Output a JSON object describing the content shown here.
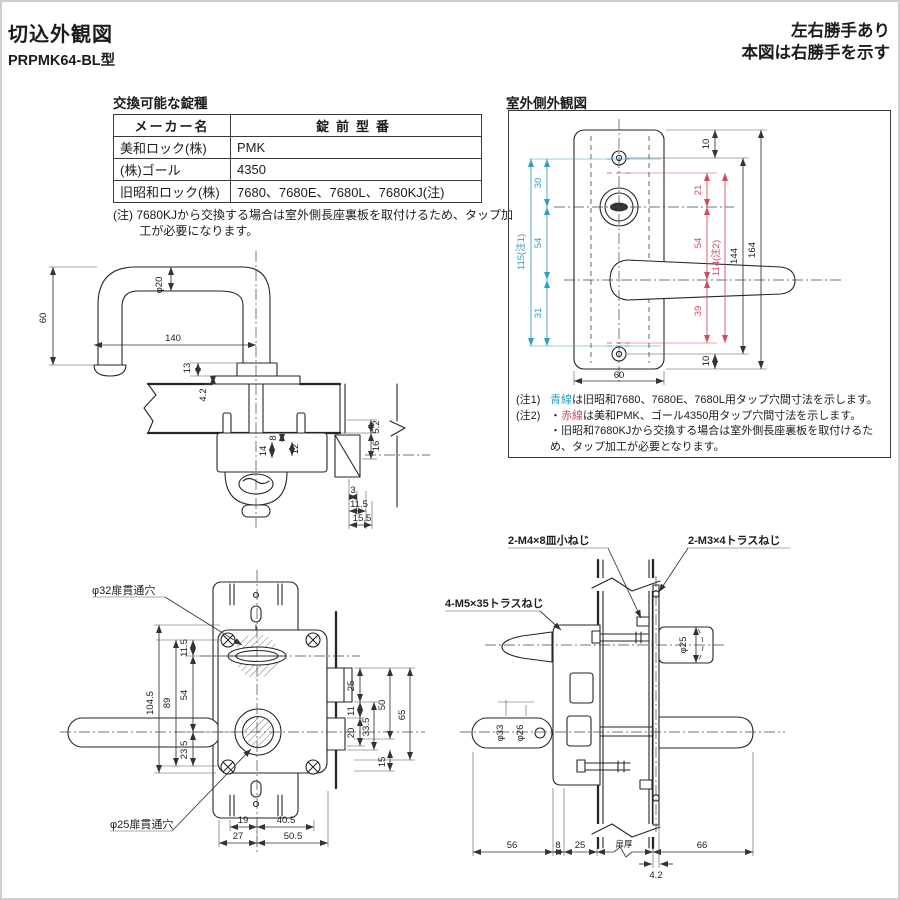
{
  "page": {
    "title": "切込外観図",
    "model": "PRPMK64-BL型",
    "handing_line1": "左右勝手あり",
    "handing_line2": "本図は右勝手を示す"
  },
  "lock_table": {
    "caption": "交換可能な錠種",
    "col_maker": "メーカー名",
    "col_model": "錠前型番",
    "rows": [
      {
        "maker": "美和ロック(株)",
        "model": "PMK"
      },
      {
        "maker": "(株)ゴール",
        "model": "4350"
      },
      {
        "maker": "旧昭和ロック(株)",
        "model": "7680、7680E、7680L、7680KJ(注)"
      }
    ],
    "footnote": "(注) 7680KJから交換する場合は室外側長座裏板を取付けるため、タップ加工が必要になります。"
  },
  "exterior": {
    "title": "室外側外観図",
    "colors": {
      "blue": "#2f9fc4",
      "red": "#d24a5e"
    },
    "dims": {
      "top10": "10",
      "d30": "30",
      "d54b": "54",
      "d31": "31",
      "d115": "115(注1)",
      "d21": "21",
      "d54r": "54",
      "d39": "39",
      "d114": "114(注2)",
      "d144": "144",
      "d164": "164",
      "bot10": "10",
      "d60": "60"
    },
    "notes": [
      {
        "tag": "(注1)",
        "bullet": "",
        "em": "青線",
        "rest": "は旧昭和7680、7680E、7680L用タップ穴間寸法を示します。"
      },
      {
        "tag": "(注2)",
        "bullet": "・",
        "em": "赤線",
        "rest": "は美和PMK、ゴール4350用タップ穴間寸法を示します。"
      },
      {
        "tag": "",
        "bullet": "・",
        "em": "",
        "rest": "旧昭和7680KJから交換する場合は室外側長座裏板を取付けるため、タップ加工が必要となります。"
      }
    ]
  },
  "handle_view": {
    "d60": "60",
    "phi20": "φ20",
    "d140": "140",
    "d13": "13",
    "d42": "4.2",
    "d8": "8",
    "d14": "14",
    "d12": "12",
    "d52": "5.2",
    "d16": "16",
    "d3": "3",
    "d115": "11.5",
    "d155": "15.5"
  },
  "front_view": {
    "label32": "φ32扉貫通穴",
    "label25": "φ25扉貫通穴",
    "d1045": "104.5",
    "d89": "89",
    "d54": "54",
    "d115": "11.5",
    "d235": "23.5",
    "d25": "25",
    "d11": "11",
    "d20": "20",
    "d335": "33.5",
    "d50": "50",
    "d65": "65",
    "d15": "15",
    "d19": "19",
    "d405": "40.5",
    "d27": "27",
    "d505": "50.5"
  },
  "side_view": {
    "m4": "2-M4×8皿小ねじ",
    "m3": "2-M3×4トラスねじ",
    "m5": "4-M5×35トラスねじ",
    "phi25": "φ25",
    "phi33": "φ33",
    "phi26": "φ26",
    "d56": "56",
    "d8": "8",
    "d25": "25",
    "door": "扉厚",
    "d66": "66",
    "d42": "4.2"
  }
}
